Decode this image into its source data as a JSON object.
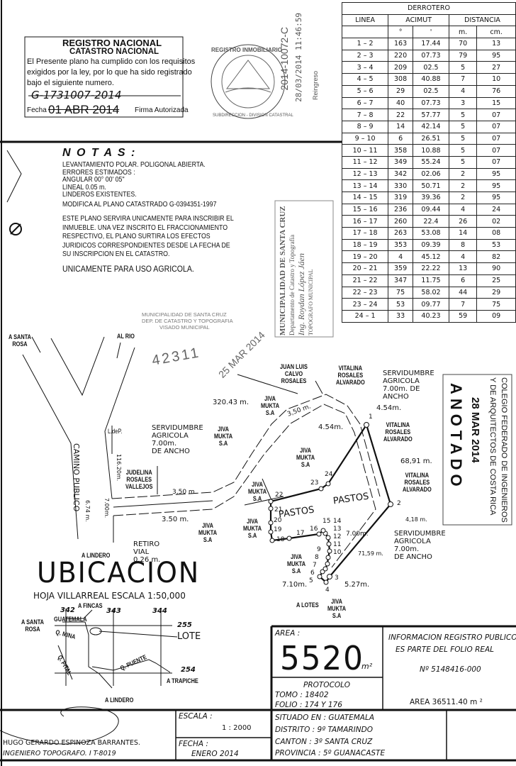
{
  "derrotero": {
    "title": "DERROTERO",
    "col_linea": "LINEA",
    "col_acimut": "ACIMUT",
    "col_distancia": "DISTANCIA",
    "unit_deg": "°",
    "unit_min": "'",
    "unit_m": "m.",
    "unit_cm": "cm.",
    "rows": [
      [
        "1 – 2",
        "163",
        "17.44",
        "70",
        "13"
      ],
      [
        "2 – 3",
        "220",
        "07.73",
        "79",
        "95"
      ],
      [
        "3 – 4",
        "209",
        "02.5",
        "5",
        "27"
      ],
      [
        "4 – 5",
        "308",
        "40.88",
        "7",
        "10"
      ],
      [
        "5 – 6",
        "29",
        "02.5",
        "4",
        "76"
      ],
      [
        "6 – 7",
        "40",
        "07.73",
        "3",
        "15"
      ],
      [
        "7 – 8",
        "22",
        "57.77",
        "5",
        "07"
      ],
      [
        "8 – 9",
        "14",
        "42.14",
        "5",
        "07"
      ],
      [
        "9 – 10",
        "6",
        "26.51",
        "5",
        "07"
      ],
      [
        "10 – 11",
        "358",
        "10.88",
        "5",
        "07"
      ],
      [
        "11 – 12",
        "349",
        "55.24",
        "5",
        "07"
      ],
      [
        "12 – 13",
        "342",
        "02.06",
        "2",
        "95"
      ],
      [
        "13 – 14",
        "330",
        "50.71",
        "2",
        "95"
      ],
      [
        "14 – 15",
        "319",
        "39.36",
        "2",
        "95"
      ],
      [
        "15 – 16",
        "236",
        "09.44",
        "4",
        "24"
      ],
      [
        "16 – 17",
        "260",
        "22.4",
        "26",
        "02"
      ],
      [
        "17 – 18",
        "263",
        "53.08",
        "14",
        "08"
      ],
      [
        "18 – 19",
        "353",
        "09.39",
        "8",
        "53"
      ],
      [
        "19 – 20",
        "4",
        "45.12",
        "4",
        "82"
      ],
      [
        "20 – 21",
        "359",
        "22.22",
        "13",
        "90"
      ],
      [
        "21 – 22",
        "347",
        "11.75",
        "6",
        "25"
      ],
      [
        "22 – 23",
        "75",
        "58.02",
        "44",
        "29"
      ],
      [
        "23 – 24",
        "53",
        "09.77",
        "7",
        "75"
      ],
      [
        "24 – 1",
        "33",
        "40.23",
        "59",
        "09"
      ]
    ]
  },
  "registro": {
    "title": "REGISTRO NACIONAL",
    "subtitle": "CATASTRO NACIONAL",
    "body1": "El Presente plano ha cumplido con los requisitos",
    "body2": "exigidos por la ley, por lo que ha sido registrado",
    "body3": "bajo el siguiente numero.",
    "number": "G-1731007-2014",
    "fecha_label": "Fecha",
    "fecha": "01 ABR 2014",
    "firma": "Firma Autorizada"
  },
  "seal": {
    "top": "REGISTRO INMOBILIARIO",
    "bottom": "SUBDIRECCION - DIVISION CATASTRAL",
    "vertical1": "2014-10072-C",
    "vertical2": "28/03/2014 11:46:59",
    "vertical3": "Reingreso"
  },
  "notas": {
    "title": "N O T A S :",
    "lines": [
      "LEVANTAMIENTO POLAR. POLIGONAL ABIERTA.",
      "ERRORES ESTIMADOS :",
      "ANGULAR   00° 00' 05\"",
      "LINEAL 0.05 m.",
      "LINDEROS EXISTENTES."
    ],
    "modifica": "MODIFICA AL PLANO CATASTRADO G-0394351-1997",
    "para": [
      "ESTE PLANO SERVIRA UNICAMENTE PARA INSCRIBIR EL",
      "INMUEBLE. UNA VEZ INSCRITO EL FRACCIONAMIENTO",
      "RESPECTIVO, EL PLANO SURTIRA LOS EFECTOS",
      "JURIDICOS CORRESPONDIENTES DESDE LA FECHA DE",
      "SU INSCRIPCION EN EL CATASTRO."
    ],
    "uso": "UNICAMENTE PARA USO AGRICOLA."
  },
  "muni_stamp": {
    "l1": "MUNICIPALIDAD DE SANTA CRUZ",
    "l2": "Departamento de Catastro y Topografía",
    "l3": "Ing. Roydan López Jáen",
    "l4": "TOPOGRAFO MUNICIPAL"
  },
  "visado": {
    "l1": "MUNICIPALIDAD DE SANTA CRUZ",
    "l2": "DEP. DE CATASTRO Y TOPOGRAFIA",
    "l3": "VISADO MUNICIPAL",
    "number": "42311",
    "date": "25 MAR 2014"
  },
  "anotado": {
    "word": "ANOTADO",
    "date": "28 MAR 2014",
    "l1": "COLEGIO FEDERADO DE INGENIEROS",
    "l2": "Y DE ARQUITECTOS DE COSTA RICA"
  },
  "plan": {
    "a_santa_rosa": "A SANTA\nROSA",
    "al_rio": "AL RIO",
    "camino": "CAMINO PUBLICO",
    "ldep": "L.deP.",
    "d116": "116.20m.",
    "d674": "6.74 m.",
    "d700": "7.00m.",
    "judelina": [
      "JUDELINA",
      "ROSALES",
      "VALLEJOS"
    ],
    "serv": [
      "SERVIDUMBRE",
      "AGRICOLA",
      "7.00m.",
      "DE ANCHO"
    ],
    "serv_r": [
      "SERVIDUMBRE",
      "AGRICOLA",
      "7.00m. DE",
      "ANCHO"
    ],
    "jiva": [
      "JIVA",
      "MUKTA",
      "S.A"
    ],
    "juan": [
      "JUAN LUIS",
      "CALVO",
      "ROSALES"
    ],
    "vitalina": [
      "VITALINA",
      "ROSALES",
      "ALVARADO"
    ],
    "d32043": "320.43 m.",
    "d350": "3,50 m.",
    "d350b": "3.50 m.",
    "d454": "4.54m.",
    "d6891": "68,91 m.",
    "d418": "4,18 m.",
    "d700b": "7.00m.",
    "d7159": "71,59 m.",
    "d710": "7.10m.",
    "d527": "5.27m.",
    "retiro": [
      "RETIRO",
      "VIAL",
      "0.26 m."
    ],
    "a_lindero": "A LINDERO",
    "a_lotes": "A LOTES",
    "pastos": "PASTOS",
    "points": [
      "1",
      "2",
      "3",
      "4",
      "5",
      "6",
      "7",
      "8",
      "9",
      "10",
      "11",
      "12",
      "13",
      "14",
      "15",
      "16",
      "17",
      "18",
      "19",
      "20",
      "21",
      "22",
      "23",
      "24"
    ]
  },
  "ubicacion": {
    "title": "UBICACION",
    "hoja": "HOJA VILLARREAL ESCALA 1:50,000",
    "c342": "342",
    "c343": "343",
    "c344": "344",
    "c255": "255",
    "c254": "254",
    "a_fincas": "A FINCAS",
    "guatemala": "GUATEMALA",
    "a_santa_rosa": "A SANTA\nROSA",
    "q_mina": "Q. MINA",
    "q_pital": "Q. PITAL",
    "q_puente": "Q. PUENTE",
    "lote": "LOTE",
    "a_trapiche": "A TRAPICHE",
    "a_lindero": "A LINDERO"
  },
  "titleblock": {
    "area_label": "AREA :",
    "area_value": "5520",
    "area_unit": "m²",
    "protocolo": "PROTOCOLO",
    "tomo": "TOMO : 18402",
    "folio": "FOLIO : 174 Y 176",
    "info1": "INFORMACION REGISTRO PUBLICO",
    "info2": "ES PARTE DEL FOLIO REAL",
    "folio_num": "Nº 5148416-000",
    "area_total": "AREA 36511.40 m ²",
    "escala_label": "ESCALA :",
    "escala": "1 : 2000",
    "fecha_label": "FECHA :",
    "fecha": "ENERO 2014",
    "situado": "SITUADO EN : GUATEMALA",
    "distrito": "DISTRITO : 9º TAMARINDO",
    "canton": "CANTON : 3º SANTA CRUZ",
    "provincia": "PROVINCIA : 5º GUANACASTE",
    "ingeniero": "HUGO GERARDO ESPINOZA BARRANTES.",
    "titulo": "INGENIERO TOPOGRAFO. I T-8019"
  }
}
